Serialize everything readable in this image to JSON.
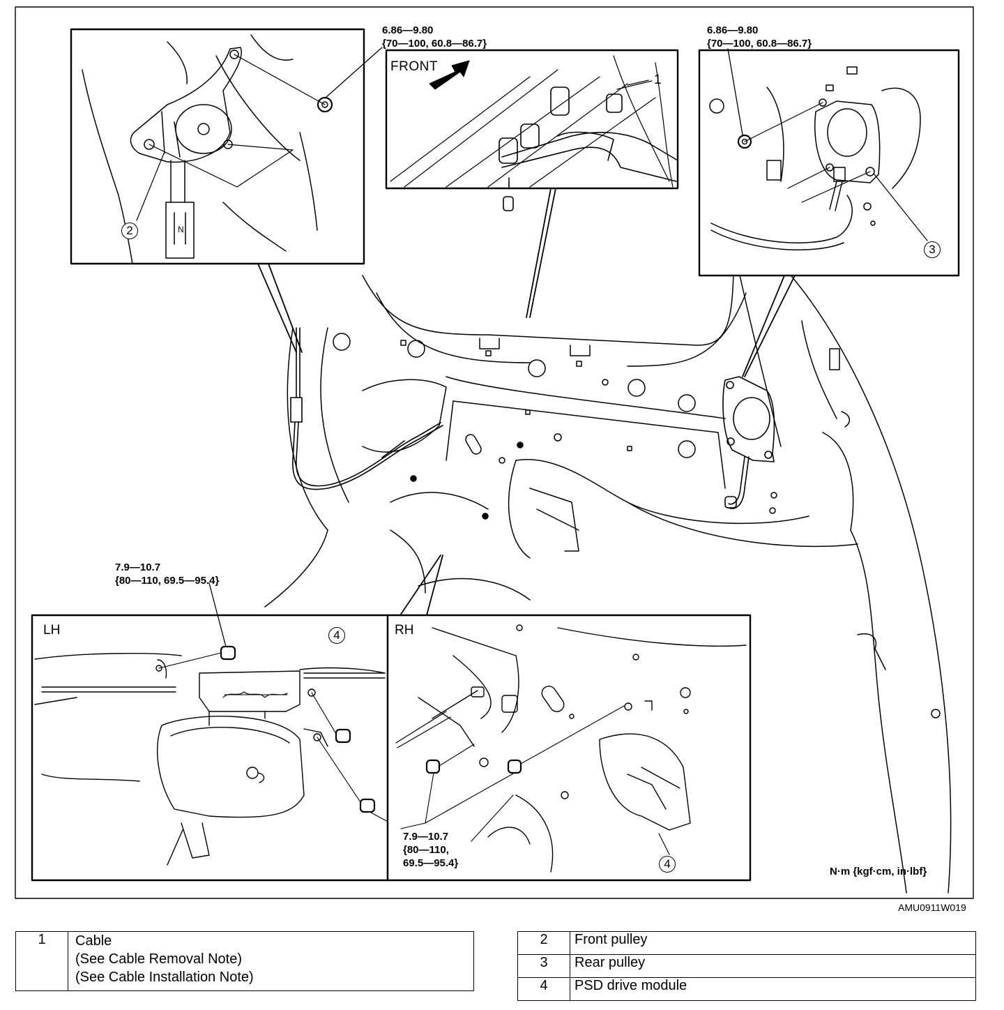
{
  "torque_labels": {
    "top_left": [
      "6.86—9.80",
      "{70—100, 60.8—86.7}"
    ],
    "top_right": [
      "6.86—9.80",
      "{70—100, 60.8—86.7}"
    ],
    "lh_bolt": [
      "7.9—10.7",
      "{80—110, 69.5—95.4}"
    ],
    "rh_bolts": [
      "7.9—10.7",
      "{80—110,",
      "69.5—95.4}"
    ]
  },
  "front_label": "FRONT",
  "panel_labels": {
    "lh": "LH",
    "rh": "RH"
  },
  "callouts": [
    "1",
    "2",
    "3",
    "4",
    "4"
  ],
  "units_note": "N·m {kgf·cm, in·lbf}",
  "figure_code": "AMU0911W019",
  "legend_left": [
    {
      "num": "1",
      "lines": [
        "Cable",
        "(See Cable Removal Note)",
        "(See Cable Installation Note)"
      ]
    }
  ],
  "legend_right": [
    {
      "num": "2",
      "text": "Front pulley"
    },
    {
      "num": "3",
      "text": "Rear pulley"
    },
    {
      "num": "4",
      "text": "PSD drive module"
    }
  ]
}
